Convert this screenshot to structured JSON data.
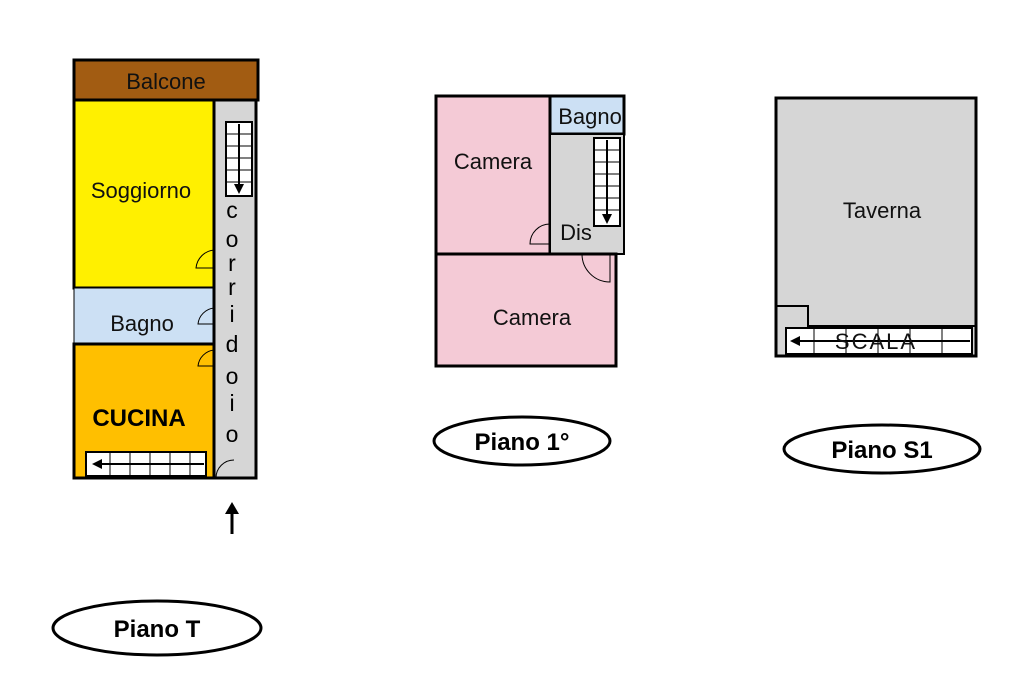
{
  "colors": {
    "balcone": "#a25c12",
    "soggiorno": "#fff000",
    "bagno": "#cce0f4",
    "cucina": "#ffbf00",
    "corridoio": "#d6d6d6",
    "camera": "#f4cad6",
    "disimpegno": "#d6d6d6",
    "taverna": "#d6d6d6",
    "wall": "#000000"
  },
  "icons": {
    "stairs": "stairs-icon",
    "entry": "arrow-up-icon"
  },
  "floors": {
    "ground": {
      "label": "Piano T",
      "rooms": {
        "balcone": "Balcone",
        "soggiorno": "Soggiorno",
        "bagno": "Bagno",
        "cucina": "CUCINA",
        "corridoio": [
          "c",
          "o",
          "r",
          "r",
          "i",
          "d",
          "o",
          "i",
          "o"
        ]
      }
    },
    "first": {
      "label": "Piano 1°",
      "rooms": {
        "camera_top": "Camera",
        "bagno": "Bagno",
        "dis": "Dis",
        "camera_bottom": "Camera"
      }
    },
    "basement": {
      "label": "Piano S1",
      "rooms": {
        "taverna": "Taverna",
        "scala": "SCALA"
      }
    }
  }
}
